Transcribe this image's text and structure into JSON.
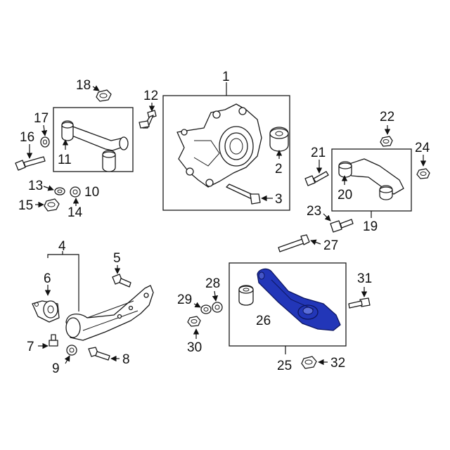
{
  "colors": {
    "highlight": "#2236b8",
    "outline": "#1a1a1a",
    "background": "#ffffff"
  },
  "callouts": {
    "n1": "1",
    "n2": "2",
    "n3": "3",
    "n4": "4",
    "n5": "5",
    "n6": "6",
    "n7": "7",
    "n8": "8",
    "n9": "9",
    "n10": "10",
    "n11": "11",
    "n12": "12",
    "n13": "13",
    "n14": "14",
    "n15": "15",
    "n16": "16",
    "n17": "17",
    "n18": "18",
    "n19": "19",
    "n20": "20",
    "n21": "21",
    "n22": "22",
    "n23": "23",
    "n24": "24",
    "n25": "25",
    "n26": "26",
    "n27": "27",
    "n28": "28",
    "n29": "29",
    "n30": "30",
    "n31": "31",
    "n32": "32"
  }
}
